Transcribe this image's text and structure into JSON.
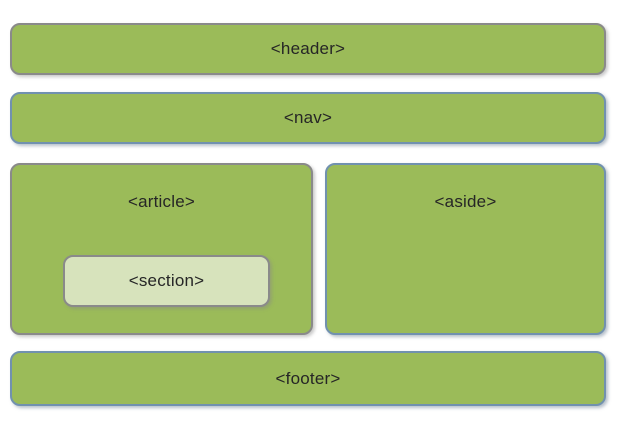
{
  "diagram": {
    "boxes": {
      "header": {
        "label": "<header>"
      },
      "nav": {
        "label": "<nav>"
      },
      "article": {
        "label": "<article>"
      },
      "section": {
        "label": "<section>"
      },
      "aside": {
        "label": "<aside>"
      },
      "footer": {
        "label": "<footer>"
      }
    },
    "colors": {
      "box_fill": "#9bbb59",
      "section_fill": "#d7e3bc",
      "gray_border": "#8a8a8a",
      "blue_border": "#7191af",
      "label_text": "#262626",
      "background": "#ffffff"
    }
  }
}
